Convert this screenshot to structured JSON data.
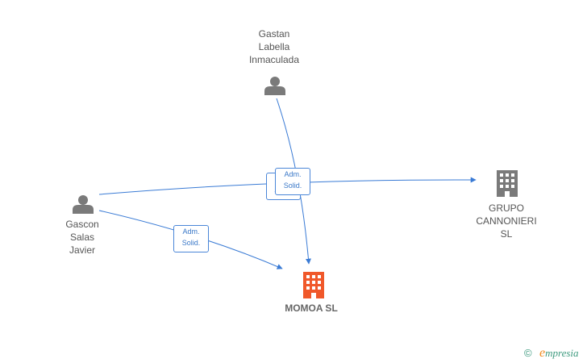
{
  "colors": {
    "edge": "#3a7bd5",
    "person_icon": "#7a7a7a",
    "company_icon": "#7a7a7a",
    "focus_company_icon": "#f0582a",
    "brand": "#3d9a7e"
  },
  "nodes": {
    "gastan": {
      "label": "Gastan\nLabella\nInmaculada",
      "icon": "person-icon"
    },
    "gascon": {
      "label": "Gascon\nSalas\nJavier",
      "icon": "person-icon"
    },
    "grupo": {
      "label": "GRUPO\nCANNONIERI\nSL",
      "icon": "building-icon"
    },
    "momoa": {
      "label": "MOMOA  SL",
      "icon": "building-icon"
    }
  },
  "edges": {
    "gastan_momoa": {
      "line1": "Adm.",
      "line2": "Solid."
    },
    "gascon_momoa": {
      "line1": "Adm.",
      "line2": "Solid."
    },
    "gascon_grupo": {
      "line1": "Adm.",
      "line2": "Solid."
    }
  },
  "footer": {
    "copyright": "©",
    "brand_initial": "e",
    "brand_rest": "mpresia"
  }
}
